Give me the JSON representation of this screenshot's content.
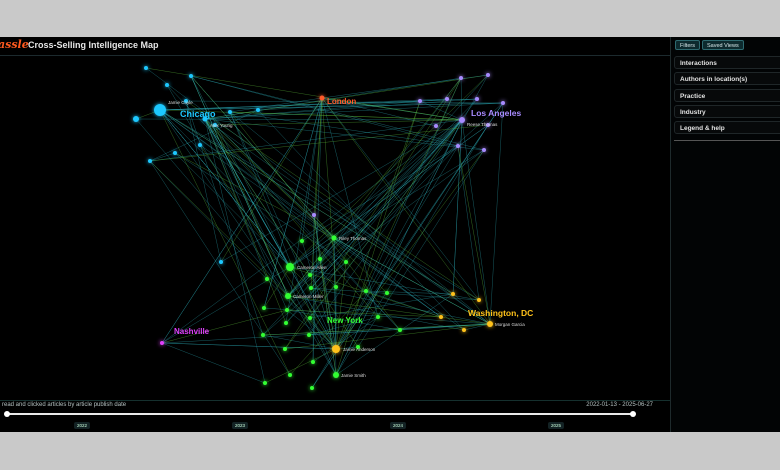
{
  "header": {
    "logo": "assle",
    "title": "Cross-Selling Intelligence Map"
  },
  "toolbar": {
    "filters": "Filters",
    "saved_views": "Saved Views"
  },
  "sidebar": {
    "sections": [
      "Interactions",
      "Authors in location(s)",
      "Practice",
      "Industry",
      "Legend & help"
    ]
  },
  "map": {
    "cities": [
      {
        "name": "Chicago",
        "color": "#1ec8ff"
      },
      {
        "name": "London",
        "color": "#ff5a2a"
      },
      {
        "name": "Los Angeles",
        "color": "#a88bff"
      },
      {
        "name": "Nashville",
        "color": "#e040fb"
      },
      {
        "name": "New York",
        "color": "#33ff33"
      },
      {
        "name": "Washington, DC",
        "color": "#ffc21a"
      }
    ],
    "people": [
      "Jamie Coyle",
      "Alex Young",
      "Reese Thomas",
      "Riley Thomas",
      "Cameron Allen",
      "Cameron Miller",
      "Jamie Anderson",
      "Jamie Smith",
      "Morgan Garcia"
    ]
  },
  "timeline": {
    "caption": "read and clicked articles by article publish date",
    "range": "2022-01-13 - 2025-06-27",
    "years": [
      "2022",
      "2023",
      "2024",
      "2025"
    ]
  }
}
